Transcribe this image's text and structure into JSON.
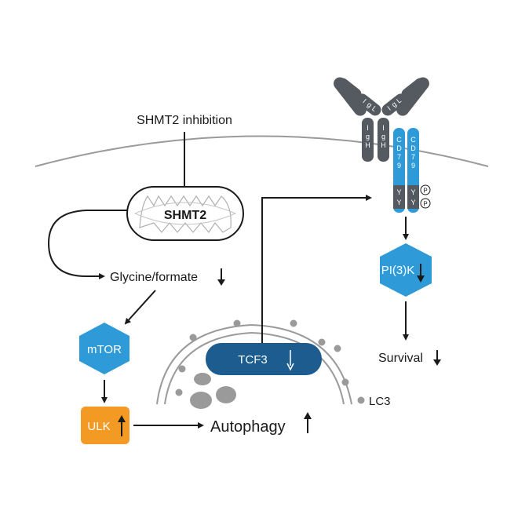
{
  "labels": {
    "inhibition": "SHMT2 inhibition",
    "shmt2": "SHMT2",
    "glycine": "Glycine/formate",
    "mtor": "mTOR",
    "ulk": "ULK",
    "tcf3": "TCF3",
    "pi3k": "PI(3)K",
    "survival": "Survival",
    "autophagy": "Autophagy",
    "lc3": "LC3"
  },
  "receptor": {
    "igh_left": [
      "I",
      "g",
      "H"
    ],
    "igh_right": [
      "I",
      "g",
      "H"
    ],
    "igl_left": [
      "I",
      "g",
      "L"
    ],
    "igl_right": [
      "I",
      "g",
      "L"
    ],
    "cd79_left": [
      "C",
      "D",
      "7",
      "9"
    ],
    "cd79_right": [
      "C",
      "D",
      "7",
      "9"
    ],
    "itam": [
      "Y",
      "Y"
    ],
    "phospho": "P"
  },
  "regulation": {
    "glycine": "down",
    "pi3k": "down",
    "survival": "down",
    "tcf3": "down",
    "ulk": "up",
    "autophagy": "up"
  },
  "colors": {
    "blue": "#2e9ad8",
    "dark_blue": "#1c5c8f",
    "orange": "#f39a24",
    "gray": "#555a60",
    "membrane": "#9a9a9a"
  }
}
